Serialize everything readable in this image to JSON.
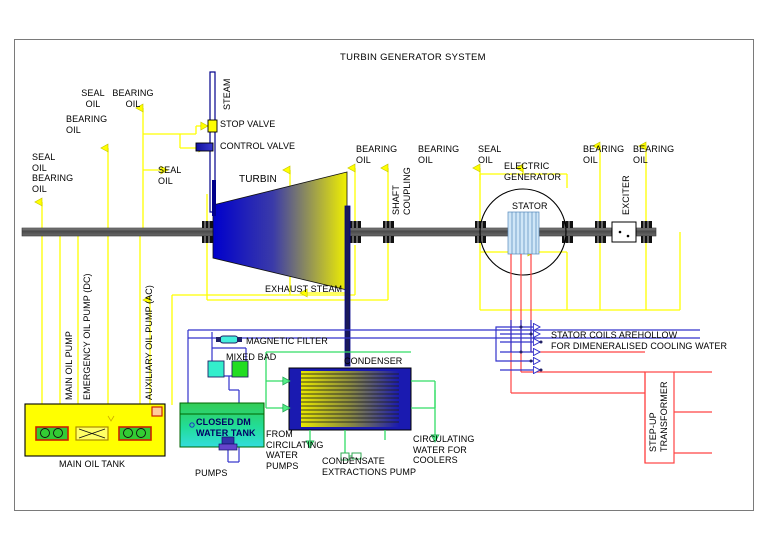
{
  "document": {
    "title": "TURBIN GENERATOR SYSTEM",
    "domain": "engineering-schematic"
  },
  "colors": {
    "oil_line": "#FFFF00",
    "steam_line": "#00008B",
    "water_line": "#3333CC",
    "cooling_water": "#33DD66",
    "electrical": "#FF4444",
    "shaft": "#555555",
    "tank_fill": "#FFFF00",
    "dm_tank_top": "#33CC55",
    "dm_tank_bottom": "#33DDDD",
    "turbine_start": "#0000CC",
    "turbine_end": "#E8E800",
    "frame_border": "#7A7A7A",
    "text": "#000000"
  },
  "labels": {
    "steam": "STEAM",
    "stop_valve": "STOP VALVE",
    "control_valve": "CONTROL VALVE",
    "turbine": "TURBIN",
    "exhaust_steam": "EXHAUST STEAM",
    "shaft_coupling": "SHAFT\nCOUPLING",
    "electric_generator": "ELECTRIC\nGENERATOR",
    "stator": "STATOR",
    "exciter": "EXCITER",
    "seal_oil": "SEAL\nOIL",
    "bearing_oil": "BEARING\nOIL",
    "seal_oil_bearing_oil": "SEAL\nOIL\nBEARING\nOIL",
    "main_oil_pump": "MAIN OIL PUMP",
    "emergency_oil_pump": "EMERGENCY OIL PUMP (DC)",
    "auxiliary_oil_pump": "AUXILIARY OIL PUMP (AC)",
    "main_oil_tank": "MAIN OIL TANK",
    "magnetic_filter": "MAGNETIC FILTER",
    "mixed_bad": "MIXED BAD",
    "closed_dm_water_tank": "CLOSED DM\nWATER TANK",
    "pumps": "PUMPS",
    "condenser": "CONDENSER",
    "from_circulating_water_pumps": "FROM\nCIRCILATING\nWATER\nPUMPS",
    "condensate_extractions_pump": "CONDENSATE\nEXTRACTIONS PUMP",
    "circulating_water_for_coolers": "CIRCULATING\nWATER FOR\nCOOLERS",
    "stator_coils_note": "STATOR COILS AREHOLLOW\nFOR DIMENERALISED COOLING WATER",
    "step_up_transformer": "STEP-UP\nTRANSFORMER"
  },
  "annotations": {
    "top_seal_oil": "SEAL\nOIL",
    "top_bearing_oil": "BEARING\nOIL",
    "left_bearing_oil": "BEARING\nOIL",
    "mid_seal_oil": "SEAL\nOIL",
    "bearing_oil_1": "BEARING\nOIL",
    "bearing_oil_2": "BEARING\nOIL",
    "gen_seal_oil": "SEAL\nOIL",
    "bearing_oil_3": "BEARING\nOIL",
    "bearing_oil_4": "BEARING\nOIL"
  }
}
